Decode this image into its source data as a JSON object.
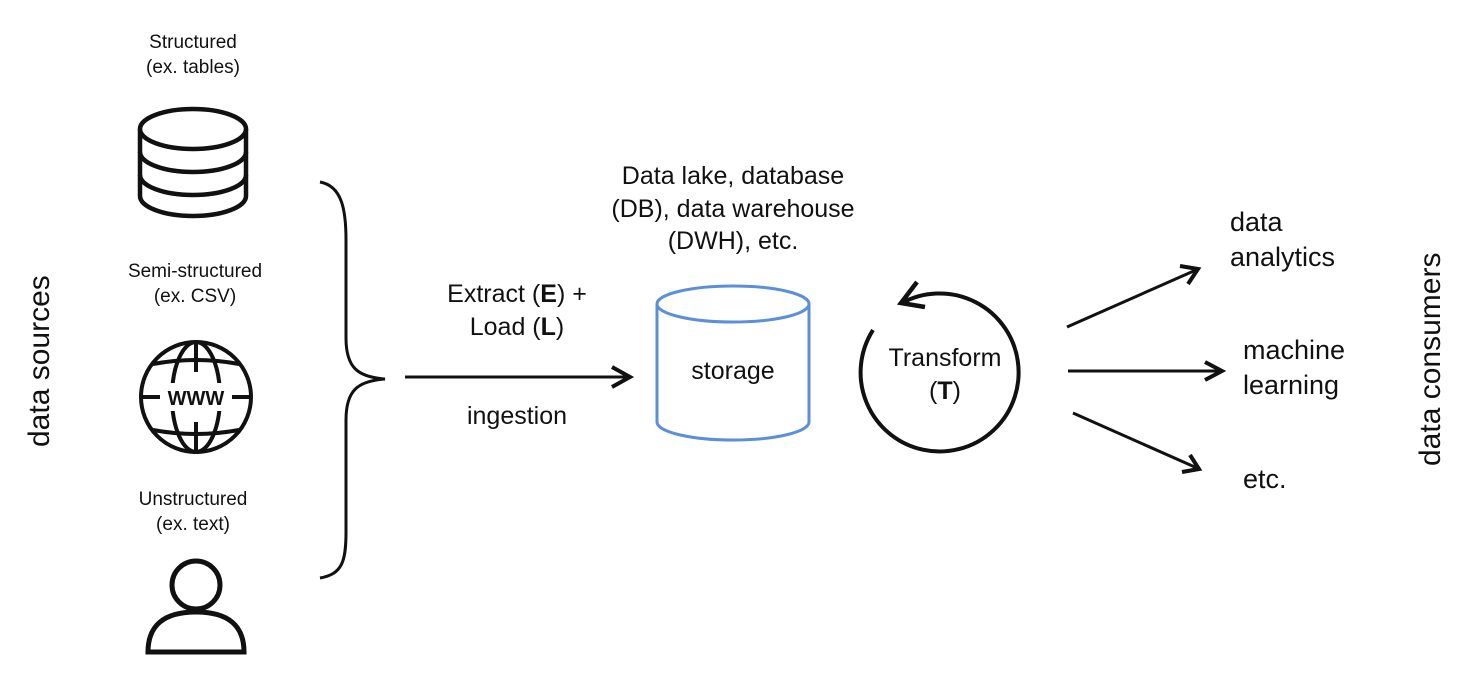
{
  "sources": {
    "axis_label": "data sources",
    "structured": {
      "title": "Structured",
      "example": "(ex. tables)",
      "icon": "database-icon"
    },
    "semi_structured": {
      "title": "Semi-structured",
      "example": "(ex. CSV)",
      "icon": "globe-www-icon",
      "icon_text": "WWW"
    },
    "unstructured": {
      "title": "Unstructured",
      "example": "(ex. text)",
      "icon": "person-icon"
    }
  },
  "ingestion": {
    "extract_prefix": "Extract (",
    "extract_letter": "E",
    "extract_suffix": ") +",
    "load_prefix": "Load (",
    "load_letter": "L",
    "load_suffix": ")",
    "label": "ingestion"
  },
  "storage": {
    "line1": "Data lake, database",
    "line2": "(DB), data warehouse",
    "line3": "(DWH), etc.",
    "label": "storage",
    "color": "#5b8fd9"
  },
  "transform": {
    "word": "Transform",
    "letter_prefix": "(",
    "letter": "T",
    "letter_suffix": ")"
  },
  "consumers": {
    "axis_label": "data consumers",
    "analytics_line1": "data",
    "analytics_line2": "analytics",
    "ml_line1": "machine",
    "ml_line2": "learning",
    "etc": "etc."
  }
}
